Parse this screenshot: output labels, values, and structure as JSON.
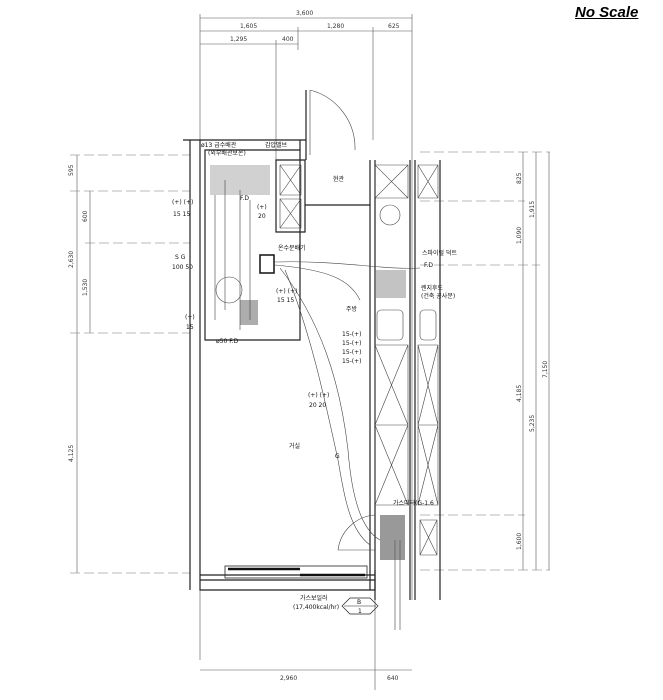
{
  "title_note": "No Scale",
  "dimensions": {
    "top": [
      "3,600",
      "1,605",
      "1,280",
      "625",
      "1,295",
      "400"
    ],
    "bottom": [
      "2,960",
      "640"
    ],
    "left": [
      "595",
      "2,630",
      "4,125",
      "600",
      "1,530"
    ],
    "right": [
      "825",
      "1,090",
      "4,185",
      "1,600",
      "1,915",
      "5,235",
      "7,150"
    ]
  },
  "rooms": {
    "entrance": "현관",
    "kitchen": "주방",
    "living": "거실"
  },
  "annotations": {
    "water_pipe": "ø13 급수배관",
    "water_pipe_sub": "(외부배관보온)",
    "pressure_valve": "감압밸브",
    "floor_drain_bath": "F.D",
    "drain_50": "ø50 F.D",
    "spiral_duct": "스파이럴 덕트",
    "fd_kitchen": "F.D",
    "range_hood": "렌지후드",
    "range_hood_sub": "(건축 공사분)",
    "gas_meter": "가스미터(G-1.6",
    "gas_line": "G",
    "boiler": "가스보일러",
    "boiler_capacity": "(17,400kcal/hr)",
    "boiler_tag_top": "B",
    "boiler_tag_bottom": "1",
    "distributor": "온수분배기"
  },
  "pipe_marks": {
    "a_top": "(+) (+)",
    "a_bot": "15  15",
    "b_top": "S   G",
    "b_bot": "100 50",
    "c_top": "(+)",
    "c_bot": "15",
    "d_top": "(+)",
    "d_bot": "20",
    "e_top": "(+) (+)",
    "e_bot": "15  15",
    "f1": "15-(+)",
    "f2": "15-(+)",
    "f3": "15-(+)",
    "f4": "15-(+)",
    "g_top": "(+) (+)",
    "g_bot": "20  20"
  }
}
